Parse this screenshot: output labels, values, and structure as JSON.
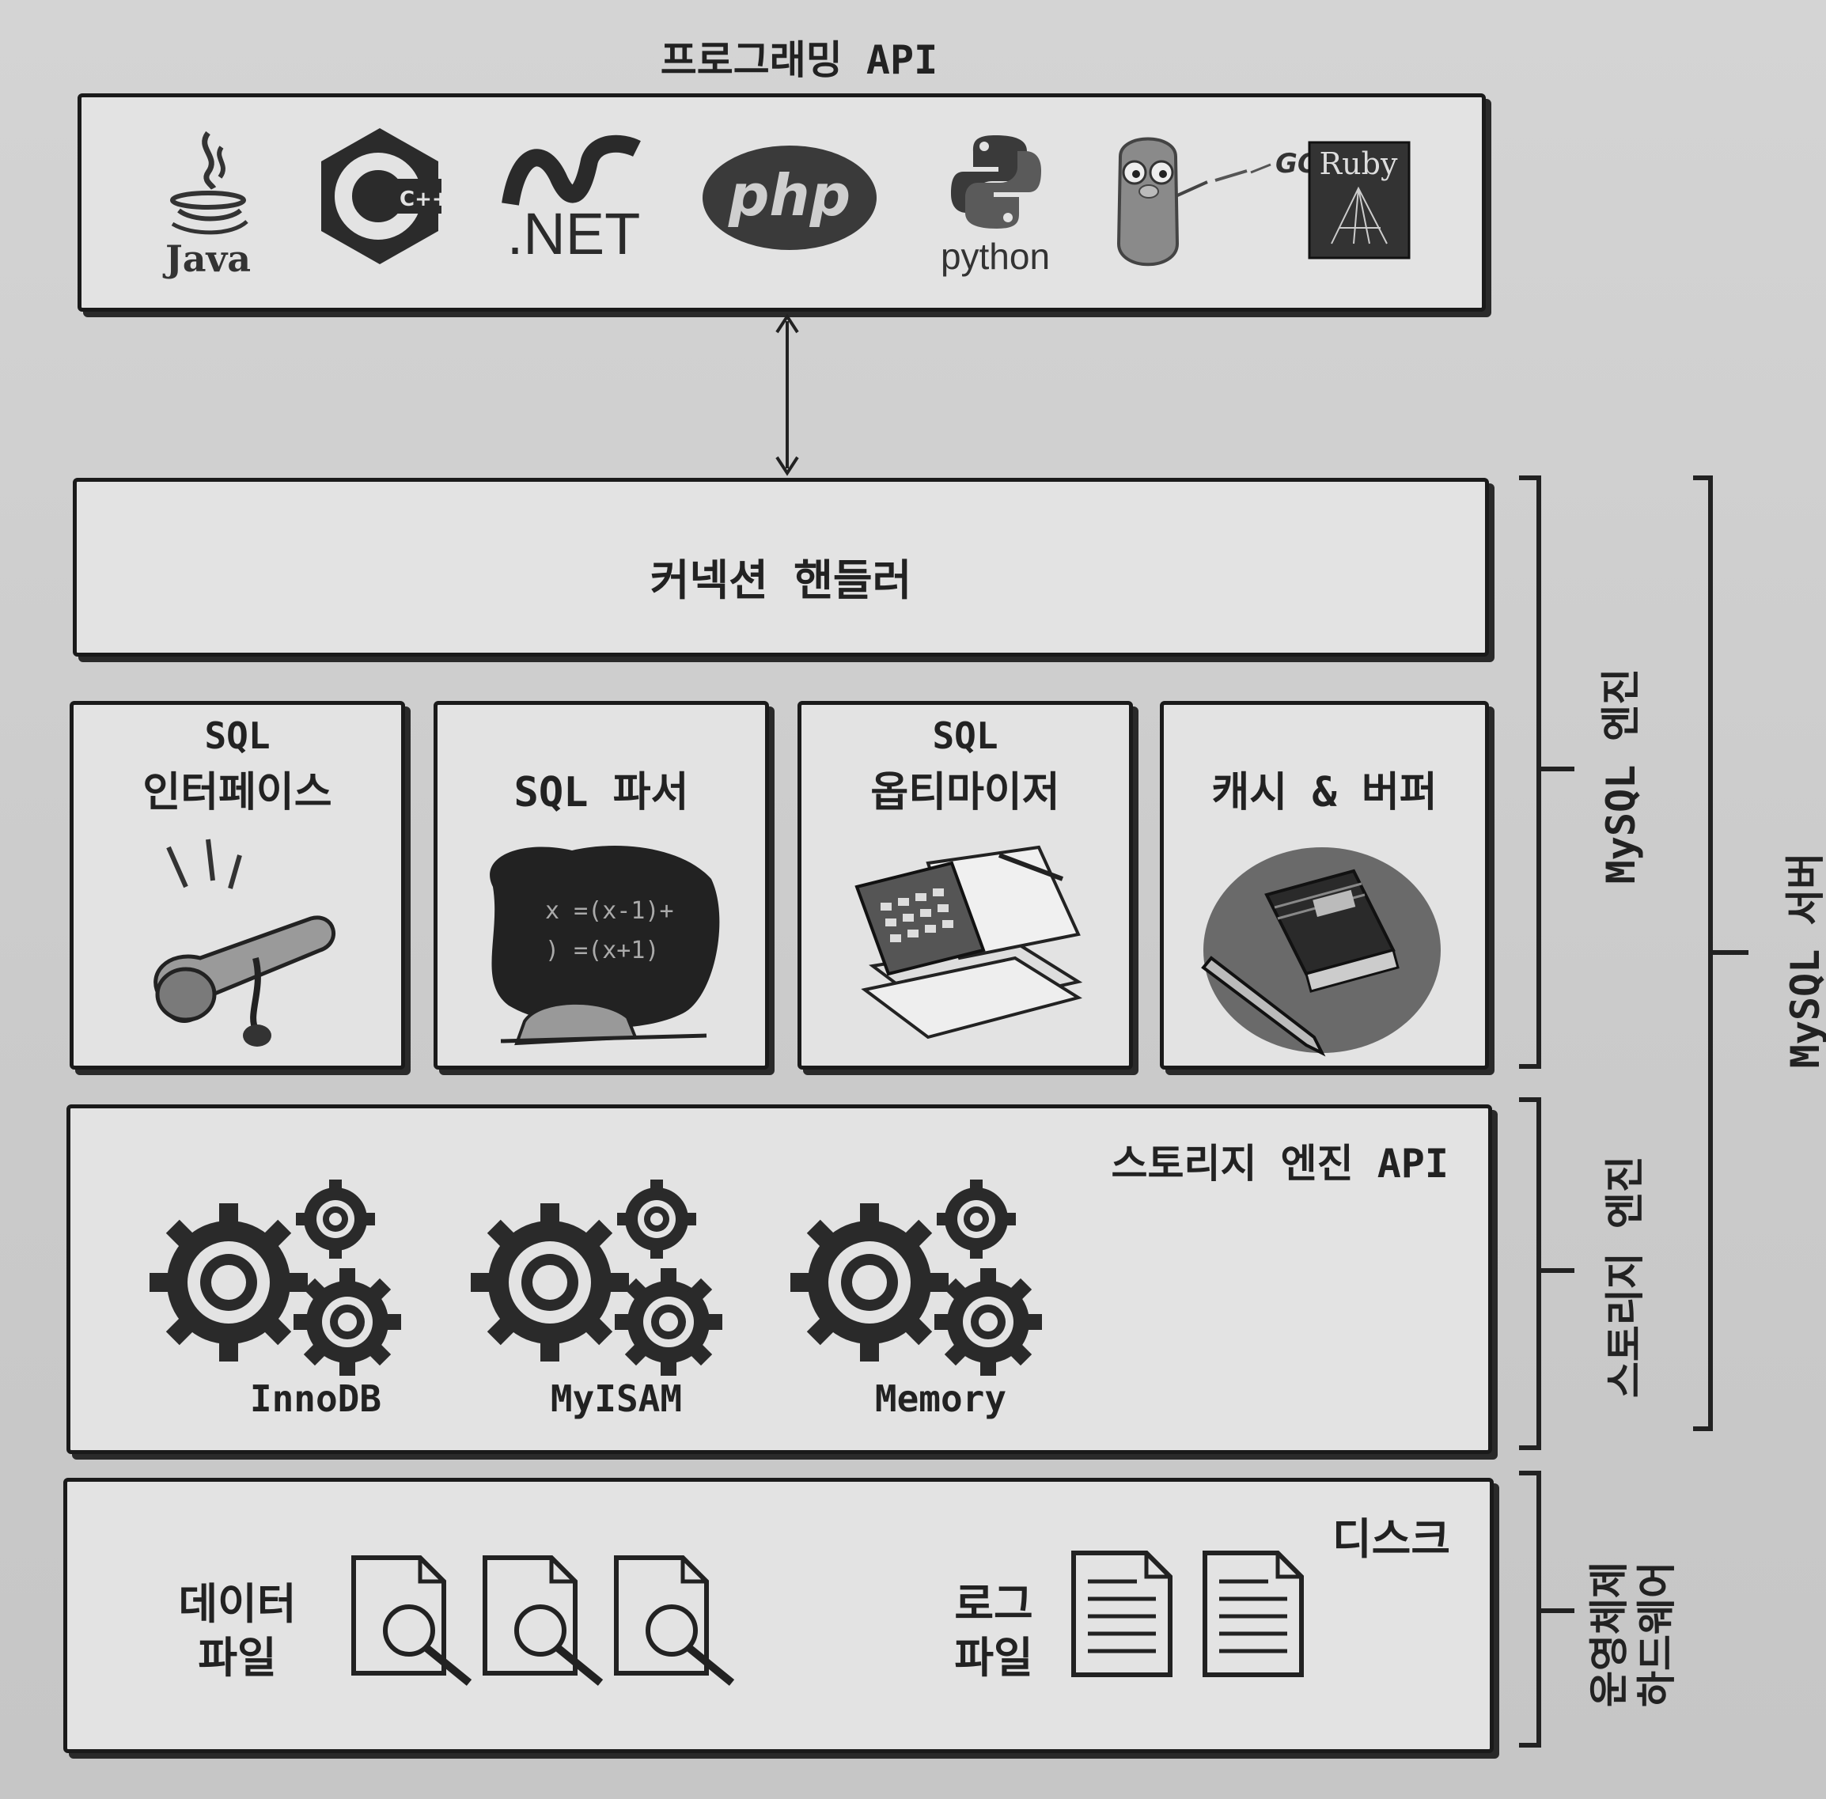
{
  "title": "프로그래밍 API",
  "languages": {
    "java": "Java",
    "cpp": "C++",
    "dotnet": ".NET",
    "php": "php",
    "python": "python",
    "go": "GO",
    "ruby": "Ruby"
  },
  "connection_handler": "커넥션 핸들러",
  "modules": {
    "sql_interface": {
      "line1": "SQL",
      "line2": "인터페이스"
    },
    "sql_parser": {
      "line1": "SQL 파서"
    },
    "sql_optimizer": {
      "line1": "SQL",
      "line2": "옵티마이저"
    },
    "cache_buffer": {
      "line1": "캐시 & 버퍼"
    }
  },
  "storage_engine_api": "스토리지 엔진 API",
  "engines": [
    "InnoDB",
    "MyISAM",
    "Memory"
  ],
  "disk": {
    "title": "디스크",
    "data_files": {
      "line1": "데이터",
      "line2": "파일"
    },
    "log_files": {
      "line1": "로그",
      "line2": "파일"
    }
  },
  "brackets": {
    "mysql_engine": "MySQL 엔진",
    "storage_engine": "스토리지 엔진",
    "os_hw_line1": "운영체제",
    "os_hw_line2": "하드웨어",
    "mysql_server": "MySQL 서버"
  }
}
